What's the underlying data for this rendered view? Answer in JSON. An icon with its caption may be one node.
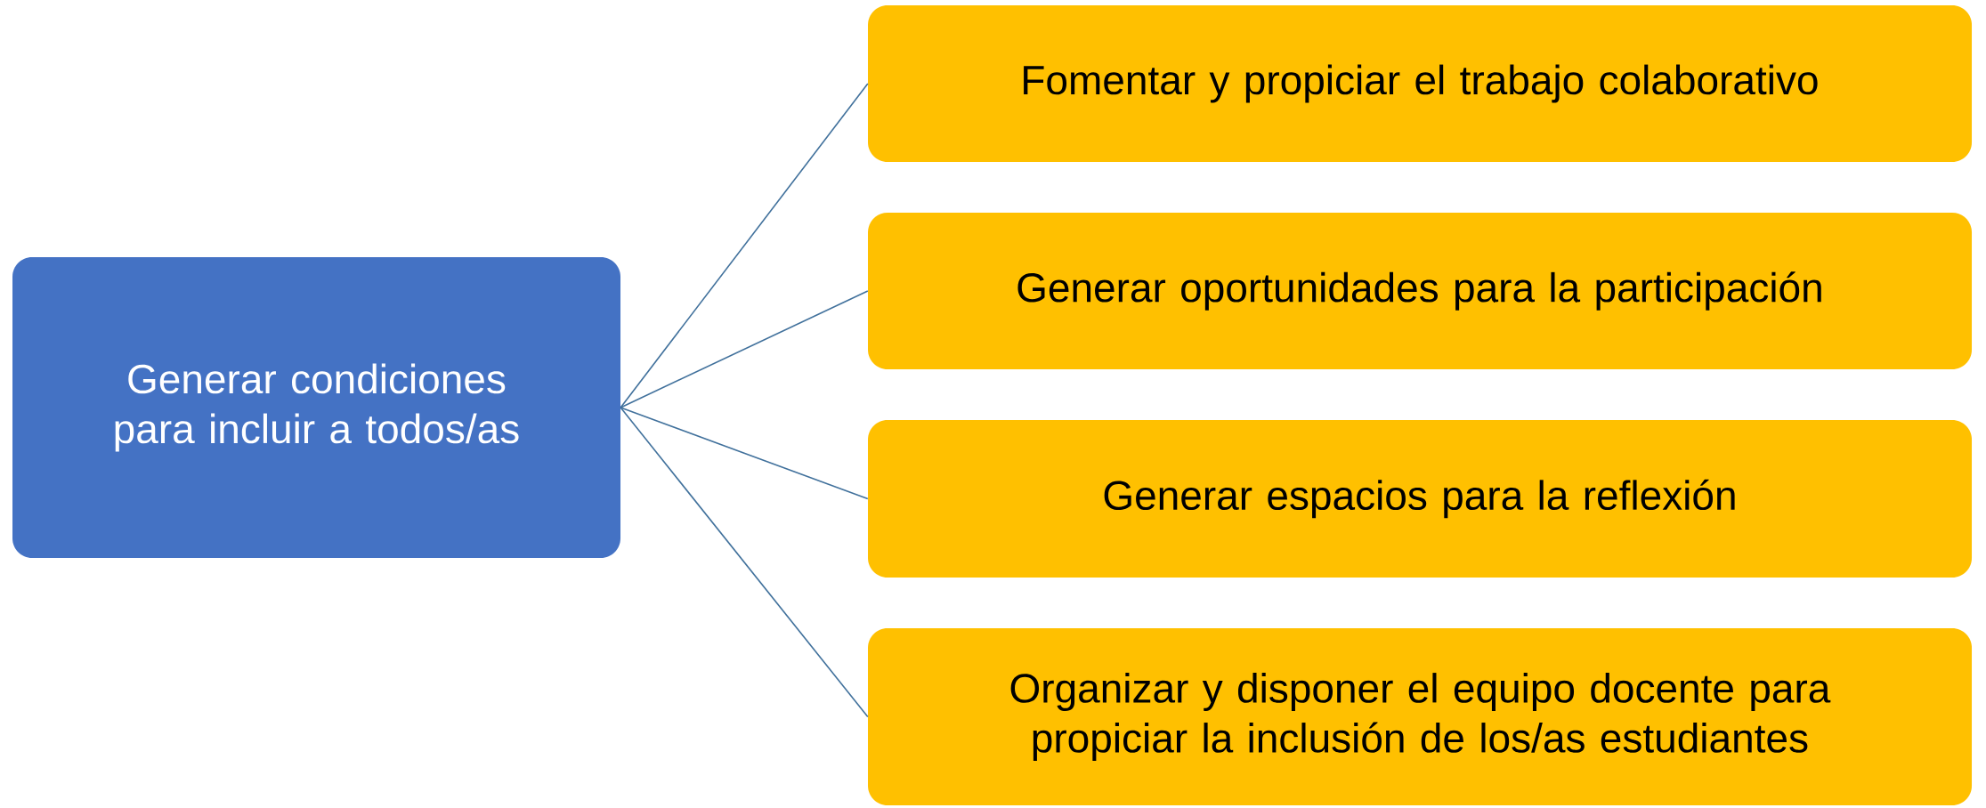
{
  "diagram": {
    "nodes": [
      {
        "text": [
          "Generar condiciones para incluir a todos/as"
        ]
      },
      {
        "text": [
          "Fomentar y propiciar el trabajo colaborativo"
        ]
      },
      {
        "text": [
          "Generar oportunidades para la participación"
        ]
      },
      {
        "text": [
          "Generar espacios para la reflexión"
        ]
      },
      {
        "text": [
          "Organizar y disponer el equipo docente para propiciar la inclusión de los/as estudiantes"
        ]
      }
    ],
    "edges": [
      {
        "from": 0,
        "to": 1,
        "arrow": "none"
      },
      {
        "from": 0,
        "to": 2,
        "arrow": "none"
      },
      {
        "from": 0,
        "to": 3,
        "arrow": "none"
      },
      {
        "from": 0,
        "to": 4,
        "arrow": "none"
      }
    ]
  }
}
